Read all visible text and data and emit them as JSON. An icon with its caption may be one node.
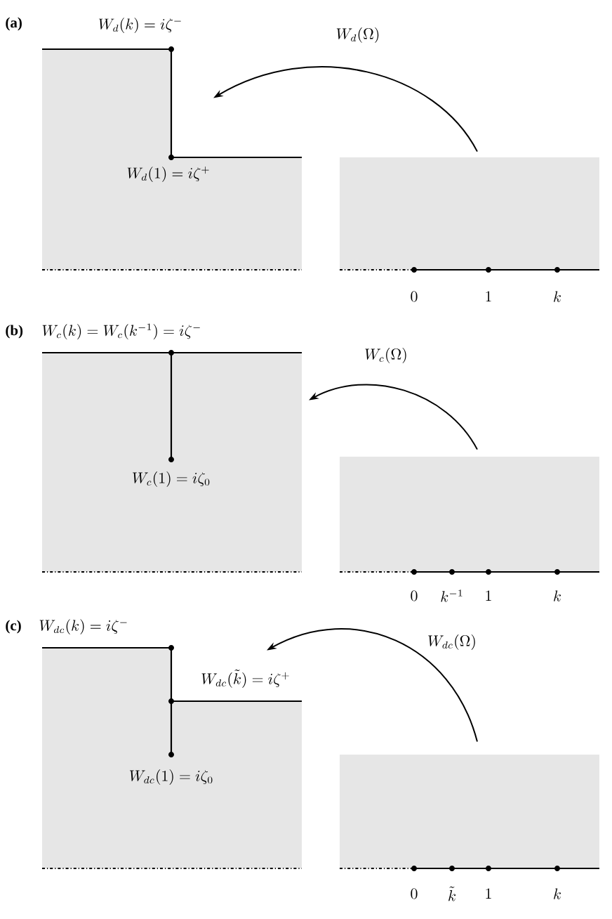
{
  "diagram": {
    "nodes": [
      {
        "text": [],
        "shape": "box"
      },
      {
        "text": [],
        "shape": "box"
      },
      {
        "text": [],
        "shape": "box"
      },
      {
        "text": [],
        "shape": "box"
      },
      {
        "text": [],
        "shape": "box"
      },
      {
        "text": [],
        "shape": "box"
      }
    ],
    "edges": [
      {
        "from": 1,
        "to": 0,
        "arrow": "to",
        "label": "W_d(\\Omega)"
      },
      {
        "from": 3,
        "to": 2,
        "arrow": "to",
        "label": "W_c(\\Omega)"
      },
      {
        "from": 5,
        "to": 4,
        "arrow": "to",
        "label": "W_{dc}(\\Omega)"
      }
    ],
    "labels": [
      "(a)",
      "W_d(k) = i\\zeta^{-}",
      "W_d(1) = i\\zeta^{+}",
      "0",
      "1",
      "k",
      "(b)",
      "W_c(k) = W_c(k^{-1}) = i\\zeta^{-}",
      "W_c(1) = i\\zeta_0",
      "0",
      "k^{-1}",
      "1",
      "k",
      "(c)",
      "W_{dc}(k) = i\\zeta^{-}",
      "W_{dc}(\\tilde{k}) = i\\zeta^{+}",
      "W_{dc}(1) = i\\zeta_0",
      "0",
      "\\tilde{k}",
      "1",
      "k"
    ]
  }
}
